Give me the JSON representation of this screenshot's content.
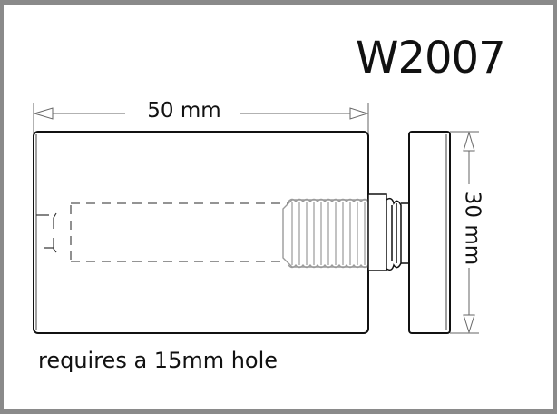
{
  "drawing": {
    "part_code": "W2007",
    "dimensions": {
      "length": {
        "value": 50,
        "unit": "mm",
        "label": "50 mm"
      },
      "diameter": {
        "value": 30,
        "unit": "mm",
        "label": "30 mm"
      }
    },
    "note": "requires a 15mm hole"
  },
  "colors": {
    "frame": "#8a8a8a",
    "outline": "#111111",
    "hidden_line": "#555555",
    "thread": "#9a9a9a",
    "dimension_line": "#666666"
  }
}
